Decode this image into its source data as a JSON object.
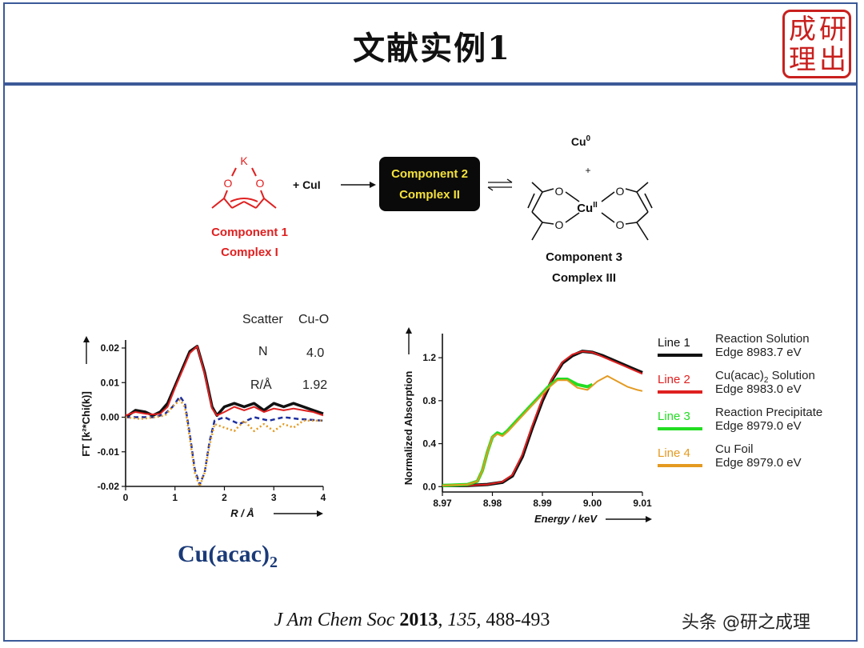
{
  "slide": {
    "title": "文献实例1",
    "seal_chars": [
      "成",
      "研",
      "理",
      "出"
    ]
  },
  "scheme": {
    "k_label": "K",
    "o_label": "O",
    "cu0": "Cu",
    "cu0_sup": "0",
    "plus_small": "+",
    "plus_cui": "+  CuI",
    "component1": [
      "Component 1",
      "Complex I"
    ],
    "component2": [
      "Component 2",
      "Complex II"
    ],
    "component3": [
      "Component 3",
      "Complex III"
    ],
    "cu_center": "Cu",
    "cu_center_sup": "II"
  },
  "colors": {
    "black_line": "#111111",
    "red_line": "#e02020",
    "green_line": "#22dd22",
    "orange_line": "#e49a20",
    "blue_dash": "#1c2fa0",
    "component_red": "#e02020",
    "component2_text": "#f5e23a",
    "frame_blue": "#3b5998"
  },
  "table": {
    "header": [
      "Scatter",
      "Cu-O"
    ],
    "rows": [
      [
        "N",
        "4.0"
      ],
      [
        "R/Å",
        "1.92"
      ]
    ]
  },
  "left_compound": {
    "main": "Cu(acac)",
    "sub": "2"
  },
  "chart_data": [
    {
      "type": "line",
      "xlabel": "R / Å",
      "ylabel": "FT [k²*Chi(k)]",
      "xlim": [
        0,
        4
      ],
      "ylim": [
        -0.02,
        0.02
      ],
      "x_ticks": [
        "0",
        "1",
        "2",
        "3",
        "4"
      ],
      "y_ticks": [
        "0.02",
        "0.01",
        "0.00",
        "-0.01",
        "-0.02"
      ],
      "series": [
        {
          "color": "#111111",
          "style": "solid",
          "width": 3.5,
          "points": [
            [
              0,
              0.0
            ],
            [
              0.2,
              0.002
            ],
            [
              0.4,
              0.0015
            ],
            [
              0.55,
              0.0005
            ],
            [
              0.7,
              0.0015
            ],
            [
              0.85,
              0.004
            ],
            [
              1.0,
              0.009
            ],
            [
              1.15,
              0.014
            ],
            [
              1.3,
              0.019
            ],
            [
              1.45,
              0.0205
            ],
            [
              1.6,
              0.013
            ],
            [
              1.75,
              0.003
            ],
            [
              1.85,
              0.0005
            ],
            [
              2.0,
              0.003
            ],
            [
              2.2,
              0.004
            ],
            [
              2.4,
              0.003
            ],
            [
              2.6,
              0.004
            ],
            [
              2.8,
              0.002
            ],
            [
              3.0,
              0.004
            ],
            [
              3.2,
              0.003
            ],
            [
              3.4,
              0.004
            ],
            [
              3.6,
              0.003
            ],
            [
              3.8,
              0.002
            ],
            [
              4.0,
              0.001
            ]
          ]
        },
        {
          "color": "#e02020",
          "style": "solid",
          "width": 2,
          "points": [
            [
              0,
              0.0005
            ],
            [
              0.2,
              0.0015
            ],
            [
              0.4,
              0.001
            ],
            [
              0.55,
              0.0008
            ],
            [
              0.7,
              0.001
            ],
            [
              0.85,
              0.003
            ],
            [
              1.0,
              0.0085
            ],
            [
              1.15,
              0.0135
            ],
            [
              1.3,
              0.0185
            ],
            [
              1.45,
              0.0205
            ],
            [
              1.6,
              0.0125
            ],
            [
              1.75,
              0.0025
            ],
            [
              1.85,
              0.0005
            ],
            [
              2.0,
              0.0015
            ],
            [
              2.2,
              0.003
            ],
            [
              2.4,
              0.002
            ],
            [
              2.6,
              0.003
            ],
            [
              2.8,
              0.0015
            ],
            [
              3.0,
              0.0025
            ],
            [
              3.2,
              0.002
            ],
            [
              3.4,
              0.0025
            ],
            [
              3.6,
              0.002
            ],
            [
              3.8,
              0.0015
            ],
            [
              4.0,
              0.0005
            ]
          ]
        },
        {
          "color": "#1c2fa0",
          "style": "dashed",
          "width": 2.5,
          "points": [
            [
              0,
              0.0
            ],
            [
              0.3,
              0.0
            ],
            [
              0.6,
              0.0
            ],
            [
              0.8,
              0.001
            ],
            [
              0.95,
              0.003
            ],
            [
              1.1,
              0.006
            ],
            [
              1.2,
              0.004
            ],
            [
              1.3,
              -0.005
            ],
            [
              1.4,
              -0.015
            ],
            [
              1.5,
              -0.0195
            ],
            [
              1.6,
              -0.016
            ],
            [
              1.7,
              -0.007
            ],
            [
              1.8,
              -0.001
            ],
            [
              2.0,
              0.0
            ],
            [
              2.3,
              -0.002
            ],
            [
              2.6,
              0.0
            ],
            [
              2.9,
              -0.001
            ],
            [
              3.2,
              0.0
            ],
            [
              3.5,
              -0.0005
            ],
            [
              4.0,
              -0.001
            ]
          ]
        },
        {
          "color": "#e49a20",
          "style": "dotted",
          "width": 2.5,
          "points": [
            [
              0,
              0.0
            ],
            [
              0.3,
              -0.0005
            ],
            [
              0.6,
              0.0
            ],
            [
              0.8,
              0.0005
            ],
            [
              0.95,
              0.003
            ],
            [
              1.1,
              0.005
            ],
            [
              1.2,
              0.003
            ],
            [
              1.3,
              -0.006
            ],
            [
              1.4,
              -0.016
            ],
            [
              1.5,
              -0.02
            ],
            [
              1.6,
              -0.016
            ],
            [
              1.7,
              -0.008
            ],
            [
              1.8,
              -0.002
            ],
            [
              2.0,
              -0.003
            ],
            [
              2.2,
              -0.004
            ],
            [
              2.4,
              -0.001
            ],
            [
              2.6,
              -0.004
            ],
            [
              2.8,
              -0.002
            ],
            [
              3.0,
              -0.004
            ],
            [
              3.2,
              -0.002
            ],
            [
              3.4,
              -0.003
            ],
            [
              3.6,
              -0.001
            ],
            [
              4.0,
              -0.001
            ]
          ]
        }
      ]
    },
    {
      "type": "line",
      "xlabel": "Energy / keV",
      "ylabel": "Normalized Absorption",
      "xlim": [
        8.97,
        9.01
      ],
      "ylim": [
        -0.05,
        1.35
      ],
      "x_ticks": [
        "8.97",
        "8.98",
        "8.99",
        "9.00",
        "9.01"
      ],
      "y_ticks": [
        "1.2",
        "0.8",
        "0.4",
        "0.0"
      ],
      "legend": [
        {
          "line": "Line 1",
          "name": "Reaction Solution",
          "edge": "Edge 8983.7 eV",
          "color": "#111111"
        },
        {
          "line": "Line 2",
          "name": "Cu(acac)",
          "name_sub": "2",
          "name_tail": " Solution",
          "edge": "Edge 8983.0 eV",
          "color": "#e02020"
        },
        {
          "line": "Line 3",
          "name": "Reaction Precipitate",
          "edge": "Edge 8979.0 eV",
          "color": "#22dd22"
        },
        {
          "line": "Line 4",
          "name": "Cu Foil",
          "edge": "Edge 8979.0 eV",
          "color": "#e49a20"
        }
      ],
      "series": [
        {
          "color": "#111111",
          "style": "solid",
          "width": 4,
          "points": [
            [
              8.97,
              0.01
            ],
            [
              8.975,
              0.01
            ],
            [
              8.979,
              0.02
            ],
            [
              8.982,
              0.04
            ],
            [
              8.984,
              0.1
            ],
            [
              8.986,
              0.28
            ],
            [
              8.988,
              0.55
            ],
            [
              8.99,
              0.8
            ],
            [
              8.992,
              1.0
            ],
            [
              8.994,
              1.15
            ],
            [
              8.996,
              1.22
            ],
            [
              8.998,
              1.26
            ],
            [
              9.0,
              1.25
            ],
            [
              9.002,
              1.22
            ],
            [
              9.004,
              1.18
            ],
            [
              9.006,
              1.14
            ],
            [
              9.008,
              1.1
            ],
            [
              9.01,
              1.06
            ]
          ]
        },
        {
          "color": "#e02020",
          "style": "solid",
          "width": 2,
          "points": [
            [
              8.97,
              0.01
            ],
            [
              8.975,
              0.01
            ],
            [
              8.979,
              0.02
            ],
            [
              8.982,
              0.045
            ],
            [
              8.984,
              0.11
            ],
            [
              8.986,
              0.3
            ],
            [
              8.988,
              0.57
            ],
            [
              8.99,
              0.82
            ],
            [
              8.992,
              1.01
            ],
            [
              8.994,
              1.16
            ],
            [
              8.996,
              1.23
            ],
            [
              8.998,
              1.26
            ],
            [
              9.0,
              1.25
            ],
            [
              9.002,
              1.21
            ],
            [
              9.004,
              1.17
            ],
            [
              9.006,
              1.13
            ],
            [
              9.008,
              1.09
            ],
            [
              9.01,
              1.05
            ]
          ]
        },
        {
          "color": "#22dd22",
          "style": "solid",
          "width": 4,
          "points": [
            [
              8.97,
              0.01
            ],
            [
              8.975,
              0.02
            ],
            [
              8.977,
              0.05
            ],
            [
              8.978,
              0.15
            ],
            [
              8.979,
              0.32
            ],
            [
              8.98,
              0.46
            ],
            [
              8.981,
              0.5
            ],
            [
              8.982,
              0.48
            ],
            [
              8.983,
              0.52
            ],
            [
              8.985,
              0.62
            ],
            [
              8.987,
              0.72
            ],
            [
              8.989,
              0.82
            ],
            [
              8.991,
              0.92
            ],
            [
              8.993,
              1.0
            ],
            [
              8.995,
              1.0
            ],
            [
              8.997,
              0.95
            ],
            [
              8.999,
              0.93
            ],
            [
              9.0,
              0.95
            ]
          ]
        },
        {
          "color": "#e49a20",
          "style": "solid",
          "width": 2,
          "points": [
            [
              8.97,
              0.01
            ],
            [
              8.975,
              0.02
            ],
            [
              8.977,
              0.05
            ],
            [
              8.978,
              0.15
            ],
            [
              8.979,
              0.32
            ],
            [
              8.98,
              0.46
            ],
            [
              8.981,
              0.49
            ],
            [
              8.982,
              0.47
            ],
            [
              8.983,
              0.51
            ],
            [
              8.985,
              0.61
            ],
            [
              8.987,
              0.71
            ],
            [
              8.989,
              0.81
            ],
            [
              8.991,
              0.91
            ],
            [
              8.993,
              0.99
            ],
            [
              8.995,
              0.99
            ],
            [
              8.997,
              0.92
            ],
            [
              8.999,
              0.9
            ],
            [
              9.001,
              0.98
            ],
            [
              9.003,
              1.03
            ],
            [
              9.005,
              0.98
            ],
            [
              9.007,
              0.93
            ],
            [
              9.009,
              0.9
            ],
            [
              9.01,
              0.89
            ]
          ]
        }
      ]
    }
  ],
  "citation": {
    "journal": "J Am Chem Soc",
    "year": "2013",
    "volume": "135",
    "pages": "488-493"
  },
  "watermark": "头条 @研之成理"
}
